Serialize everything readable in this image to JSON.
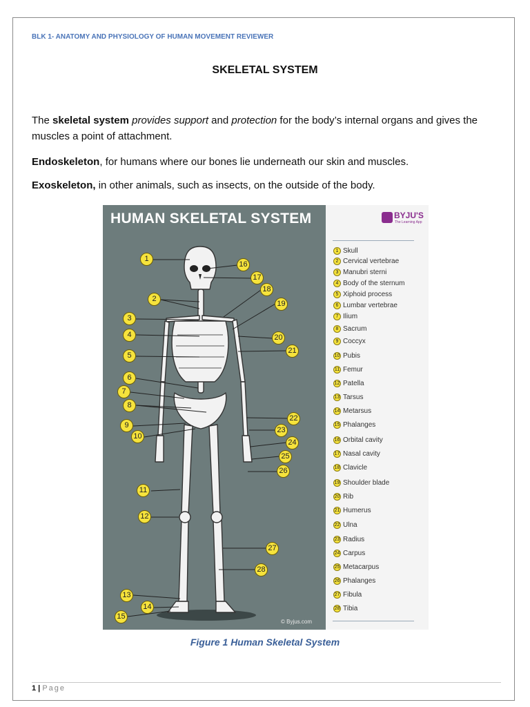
{
  "header": {
    "text": "BLK 1- ANATOMY AND PHYSIOLOGY OF HUMAN MOVEMENT REVIEWER"
  },
  "title": "SKELETAL SYSTEM",
  "paragraphs": {
    "p1": {
      "a": "The ",
      "b": "skeletal system",
      "c": " ",
      "d": "provides support",
      "e": " and ",
      "f": "protection",
      "g": " for the body’s internal organs and gives the muscles a point of attachment."
    },
    "p2": {
      "bold": "Endoskeleton",
      "rest": ", for humans where our bones lie underneath our skin and muscles."
    },
    "p3": {
      "bold": "Exoskeleton,",
      "rest": " in other animals, such as insects, on the outside of the body."
    }
  },
  "figure": {
    "title": "HUMAN SKELETAL SYSTEM",
    "brand": {
      "name": "BYJU'S",
      "tagline": "The Learning App"
    },
    "copyright": "© Byjus.com",
    "callouts": [
      "1",
      "2",
      "3",
      "4",
      "5",
      "6",
      "7",
      "8",
      "9",
      "10",
      "11",
      "12",
      "13",
      "14",
      "15",
      "16",
      "17",
      "18",
      "19",
      "20",
      "21",
      "22",
      "23",
      "24",
      "25",
      "26",
      "27",
      "28"
    ],
    "legend": [
      {
        "num": "1",
        "label": "Skull"
      },
      {
        "num": "2",
        "label": "Cervical vertebrae"
      },
      {
        "num": "3",
        "label": "Manubri sterni"
      },
      {
        "num": "4",
        "label": "Body of the sternum"
      },
      {
        "num": "5",
        "label": "Xiphoid process"
      },
      {
        "num": "6",
        "label": "Lumbar vertebrae"
      },
      {
        "num": "7",
        "label": "Ilium"
      },
      {
        "num": "8",
        "label": "Sacrum"
      },
      {
        "num": "9",
        "label": "Coccyx"
      },
      {
        "num": "10",
        "label": "Pubis"
      },
      {
        "num": "11",
        "label": "Femur"
      },
      {
        "num": "12",
        "label": "Patella"
      },
      {
        "num": "13",
        "label": "Tarsus"
      },
      {
        "num": "14",
        "label": "Metarsus"
      },
      {
        "num": "15",
        "label": "Phalanges"
      },
      {
        "num": "16",
        "label": "Orbital cavity"
      },
      {
        "num": "17",
        "label": "Nasal cavity"
      },
      {
        "num": "18",
        "label": "Clavicle"
      },
      {
        "num": "19",
        "label": "Shoulder blade"
      },
      {
        "num": "20",
        "label": "Rib"
      },
      {
        "num": "21",
        "label": "Humerus"
      },
      {
        "num": "22",
        "label": "Ulna"
      },
      {
        "num": "23",
        "label": "Radius"
      },
      {
        "num": "24",
        "label": "Carpus"
      },
      {
        "num": "25",
        "label": "Metacarpus"
      },
      {
        "num": "26",
        "label": "Phalanges"
      },
      {
        "num": "27",
        "label": "Fibula"
      },
      {
        "num": "28",
        "label": "Tibia"
      }
    ]
  },
  "caption": "Figure 1 Human Skeletal System",
  "footer": {
    "page_number": "1",
    "separator": " | ",
    "page_label": "Page"
  }
}
